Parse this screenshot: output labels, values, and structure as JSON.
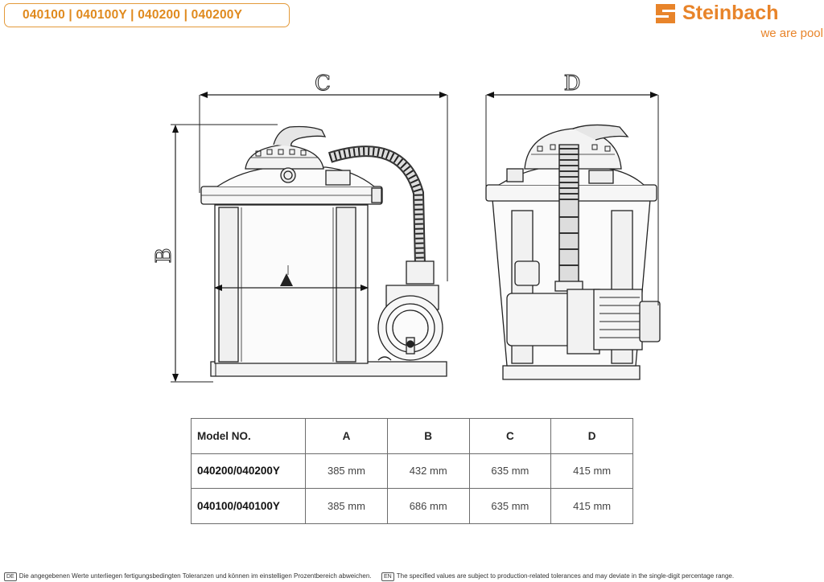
{
  "header": {
    "models": "040100 | 040100Y | 040200 | 040200Y"
  },
  "brand": {
    "name": "Steinbach",
    "tagline": "we are pool",
    "color": "#e8842a"
  },
  "diagram": {
    "dims": {
      "a": "A",
      "b": "B",
      "c": "C",
      "d": "D"
    }
  },
  "table": {
    "headers": [
      "Model NO.",
      "A",
      "B",
      "C",
      "D"
    ],
    "rows": [
      [
        "040200/040200Y",
        "385 mm",
        "432 mm",
        "635 mm",
        "415 mm"
      ],
      [
        "040100/040100Y",
        "385 mm",
        "686 mm",
        "635 mm",
        "415 mm"
      ]
    ]
  },
  "footer": {
    "de_tag": "DE",
    "de_text": "Die angegebenen Werte unterliegen fertigungsbedingten Toleranzen und können im einstelligen Prozentbereich abweichen.",
    "en_tag": "EN",
    "en_text": "The specified values are subject to production-related tolerances and may deviate in the single-digit percentage range."
  }
}
